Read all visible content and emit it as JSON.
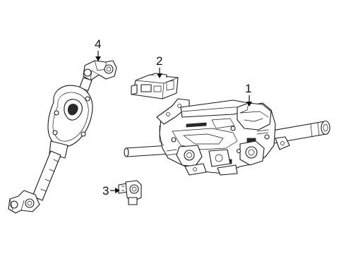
{
  "callouts": [
    {
      "number": "1",
      "part": "steering-column-assembly"
    },
    {
      "number": "2",
      "part": "control-module"
    },
    {
      "number": "3",
      "part": "sensor"
    },
    {
      "number": "4",
      "part": "intermediate-shaft"
    }
  ],
  "colors": {
    "line": "#1a1a1a",
    "background": "#ffffff"
  }
}
